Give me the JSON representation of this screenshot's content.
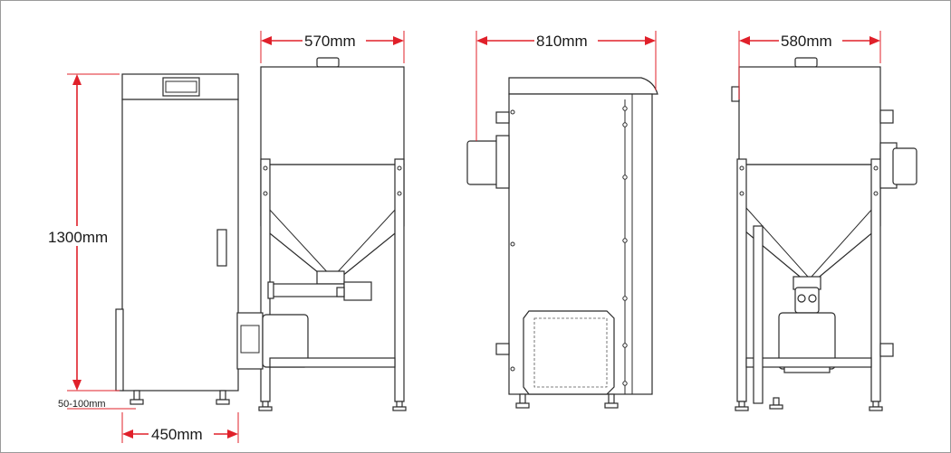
{
  "dimensions": {
    "front_width": "450mm",
    "height": "1300mm",
    "leg_adjust": "50-100mm",
    "hopper_width": "570mm",
    "side_depth": "810mm",
    "rear_width": "580mm"
  },
  "colors": {
    "dimension_line": "#e0202a",
    "outline": "#2b2b2b",
    "background": "#ffffff"
  }
}
